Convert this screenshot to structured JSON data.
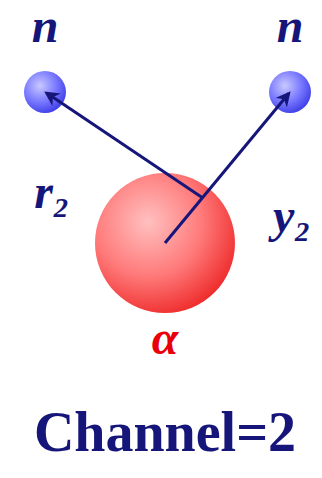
{
  "diagram": {
    "nodes": [
      {
        "text": [
          "n"
        ]
      },
      {
        "text": [
          "n"
        ]
      },
      {
        "text": [
          "α"
        ]
      }
    ],
    "edges": [
      {
        "from": 2,
        "to": 0,
        "arrow": "to",
        "label": "r₂"
      },
      {
        "from": 2,
        "to": 1,
        "arrow": "to",
        "label": "y₂"
      }
    ],
    "labels": [
      "Channel=2"
    ]
  }
}
